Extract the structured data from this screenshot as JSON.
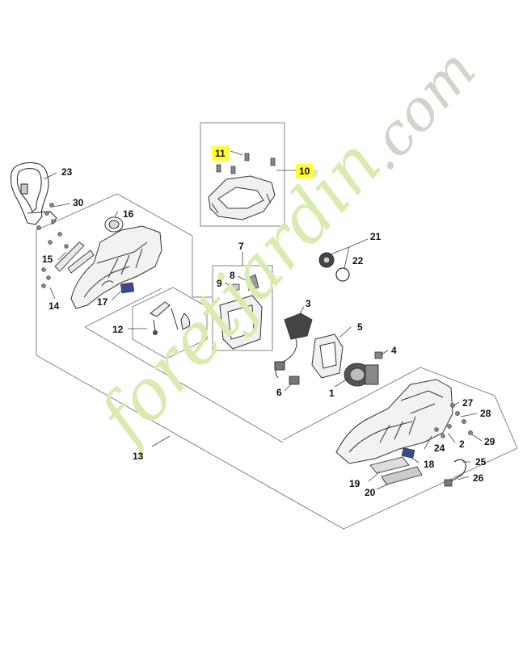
{
  "watermark": {
    "brand_main": "foretjardin",
    "brand_tld": ".com",
    "colors": {
      "green": "#d8ecb0",
      "orange": "#f7d3a5",
      "gray": "#d6d1ca"
    }
  },
  "highlight_color": "#ffff33",
  "line_color": "#777777",
  "callouts": {
    "c1": "1",
    "c2": "2",
    "c3": "3",
    "c4": "4",
    "c5": "5",
    "c6": "6",
    "c7": "7",
    "c8": "8",
    "c9": "9",
    "c10": "10",
    "c11": "11",
    "c12": "12",
    "c13": "13",
    "c14": "14",
    "c15": "15",
    "c16": "16",
    "c17": "17",
    "c18": "18",
    "c19": "19",
    "c20": "20",
    "c21": "21",
    "c22": "22",
    "c23": "23",
    "c24": "24",
    "c25": "25",
    "c26": "26",
    "c27": "27",
    "c28": "28",
    "c29": "29",
    "c30": "30"
  },
  "highlighted_parts": [
    "10",
    "11"
  ]
}
